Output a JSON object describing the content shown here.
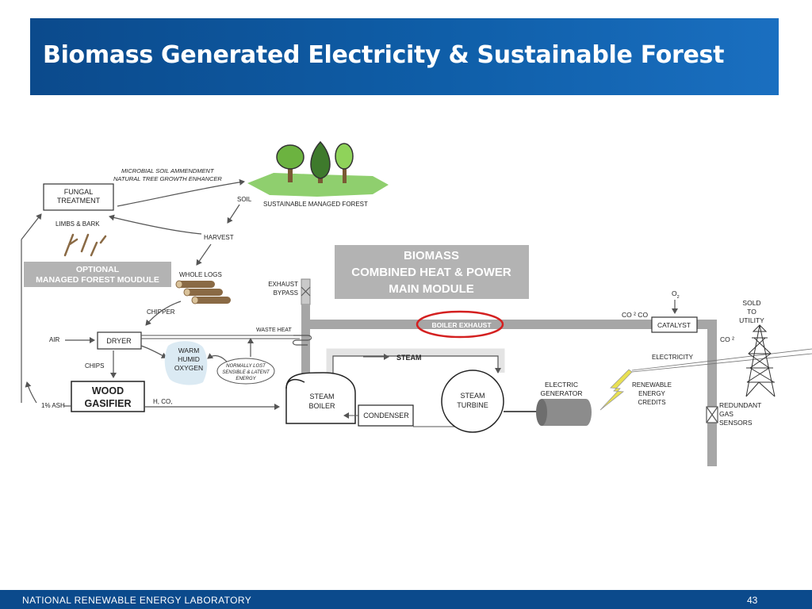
{
  "slide": {
    "title": "Biomass Generated Electricity & Sustainable Forest",
    "footer": "NATIONAL RENEWABLE ENERGY LABORATORY",
    "page_number": "43"
  },
  "diagram": {
    "soil_amendment_line1": "MICROBIAL SOIL AMMENDMENT",
    "soil_amendment_line2": "NATURAL TREE GROWTH ENHANCER",
    "fungal_line1": "FUNGAL",
    "fungal_line2": "TREATMENT",
    "soil": "SOIL",
    "forest": "SUSTAINABLE MANAGED FOREST",
    "limbs_bark": "LIMBS & BARK",
    "harvest": "HARVEST",
    "optional_line1": "OPTIONAL",
    "optional_line2": "MANAGED FOREST MOUDULE",
    "whole_logs": "WHOLE LOGS",
    "chipper": "CHIPPER",
    "air": "AIR",
    "dryer": "DRYER",
    "waste_heat": "WASTE HEAT",
    "warm_line1": "WARM",
    "warm_line2": "HUMID",
    "warm_line3": "OXYGEN",
    "lost_line1": "NORMALLY LOST",
    "lost_line2": "SENSIBLE & LATENT",
    "lost_line3": "ENERGY",
    "chips": "CHIPS",
    "gasifier_line1": "WOOD",
    "gasifier_line2": "GASIFIER",
    "h_co": "H, CO,",
    "ash": "1% ASH",
    "exhaust_bypass_line1": "EXHAUST",
    "exhaust_bypass_line2": "BYPASS",
    "biomass_line1": "BIOMASS",
    "biomass_line2": "COMBINED HEAT & POWER",
    "biomass_line3": "MAIN MODULE",
    "boiler_exhaust": "BOILER EXHAUST",
    "steam": "STEAM",
    "steam_boiler_line1": "STEAM",
    "steam_boiler_line2": "BOILER",
    "condenser": "CONDENSER",
    "steam_turbine_line1": "STEAM",
    "steam_turbine_line2": "TURBINE",
    "electric_gen_line1": "ELECTRIC",
    "electric_gen_line2": "GENERATOR",
    "o2": "O",
    "o2_sub": "2",
    "co2co": "CO ² CO",
    "catalyst": "CATALYST",
    "co2": "CO ²",
    "electricity": "ELECTRICITY",
    "renewable_line1": "RENEWABLE",
    "renewable_line2": "ENERGY",
    "renewable_line3": "CREDITS",
    "sold_line1": "SOLD",
    "sold_line2": "TO",
    "sold_line3": "UTILITY",
    "sensors_line1": "REDUNDANT",
    "sensors_line2": "GAS",
    "sensors_line3": "SENSORS"
  },
  "colors": {
    "title_bar": "#0b4a8c",
    "pipe": "#a6a6a6",
    "module_box": "#b3b3b3",
    "highlight_ring": "#d42020",
    "grass": "#8fcf6e",
    "log": "#8a6a45",
    "lightning": "#e8e052"
  },
  "icons": [
    "tree-icon",
    "log-icon",
    "boiler-icon",
    "turbine-icon",
    "generator-icon",
    "lightning-icon",
    "transmission-tower-icon",
    "valve-icon",
    "heat-exchanger-icon"
  ]
}
